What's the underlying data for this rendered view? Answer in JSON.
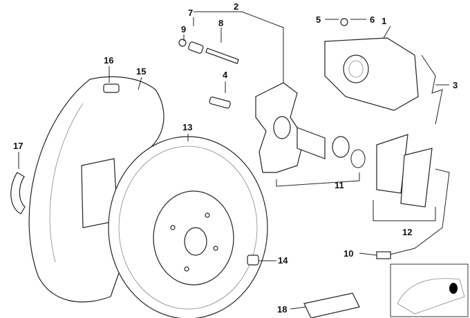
{
  "diagram": {
    "title": "Rear brake exploded view",
    "callouts": [
      {
        "id": "1",
        "label": "1"
      },
      {
        "id": "2",
        "label": "2"
      },
      {
        "id": "3",
        "label": "3"
      },
      {
        "id": "4",
        "label": "4"
      },
      {
        "id": "5",
        "label": "5"
      },
      {
        "id": "6",
        "label": "6"
      },
      {
        "id": "7",
        "label": "7"
      },
      {
        "id": "8",
        "label": "8"
      },
      {
        "id": "9",
        "label": "9"
      },
      {
        "id": "10",
        "label": "10"
      },
      {
        "id": "11",
        "label": "11"
      },
      {
        "id": "12",
        "label": "12"
      },
      {
        "id": "13",
        "label": "13"
      },
      {
        "id": "14",
        "label": "14"
      },
      {
        "id": "15",
        "label": "15"
      },
      {
        "id": "16",
        "label": "16"
      },
      {
        "id": "17",
        "label": "17"
      },
      {
        "id": "18",
        "label": "18"
      }
    ]
  }
}
